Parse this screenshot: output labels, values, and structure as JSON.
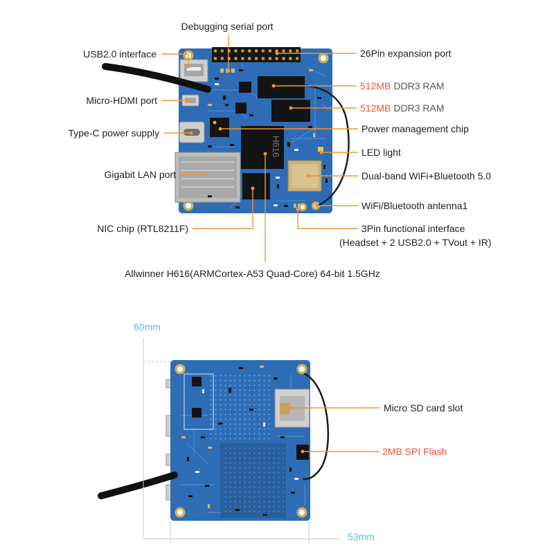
{
  "diagram": {
    "top_view": {
      "debug_serial_port": "Debugging serial port",
      "usb_interface": "USB2.0 interface",
      "expansion_port": "26Pin expansion port",
      "ram_1": {
        "size": "512MB",
        "type": "DDR3 RAM"
      },
      "ram_2": {
        "size": "512MB",
        "type": "DDR3 RAM"
      },
      "micro_hdmi": "Micro-HDMI port",
      "power_chip": "Power management chip",
      "type_c": "Type-C power supply",
      "led": "LED light",
      "lan": "Gigabit LAN port",
      "wifi": "Dual-band WiFi+Bluetooth 5.0",
      "antenna": "WiFi/Bluetooth antenna1",
      "nic": "NIC chip (RTL8211F)",
      "functional_interface": "3Pin functional interface",
      "functional_interface_detail": "(Headset + 2 USB2.0 + TVout + IR)",
      "soc": "Allwinner H616(ARMCortex-A53 Quad-Core) 64-bit 1.5GHz",
      "soc_marking": "H616"
    },
    "bottom_view": {
      "sd_slot": "Micro SD card slot",
      "spi_flash": "2MB SPI Flash",
      "height": "60mm",
      "width": "53mm"
    }
  },
  "colors": {
    "accent": "#f39433",
    "text": "#1f1f1f",
    "highlight": "#e9533d",
    "dimension": "#5dc0cb",
    "pcb": "#2e6db5",
    "ram_type": "#555555"
  }
}
